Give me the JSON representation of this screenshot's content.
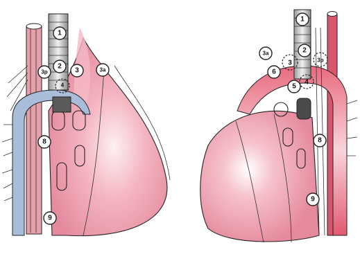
{
  "left_panel": {
    "stations": [
      {
        "id": "station-1",
        "label": "1"
      },
      {
        "id": "station-2",
        "label": "2"
      },
      {
        "id": "station-3p",
        "label": "3p"
      },
      {
        "id": "station-3",
        "label": "3"
      },
      {
        "id": "station-4",
        "label": "4"
      },
      {
        "id": "station-3a",
        "label": "3a"
      },
      {
        "id": "station-8",
        "label": "8"
      },
      {
        "id": "station-9",
        "label": "9"
      }
    ]
  },
  "right_panel": {
    "stations": [
      {
        "id": "station-1",
        "label": "1"
      },
      {
        "id": "station-3a",
        "label": "3a"
      },
      {
        "id": "station-2",
        "label": "2"
      },
      {
        "id": "station-3p",
        "label": "3p"
      },
      {
        "id": "station-3",
        "label": "3"
      },
      {
        "id": "station-6",
        "label": "6"
      },
      {
        "id": "station-5",
        "label": "5"
      },
      {
        "id": "station-4",
        "label": "4"
      },
      {
        "id": "station-8",
        "label": "8"
      },
      {
        "id": "station-9",
        "label": "9"
      }
    ]
  },
  "colors": {
    "lung_pink": "#f2a8b4",
    "lung_center": "#fbe6ea",
    "vessel_red": "#d9556a",
    "vein_blue": "#9fb4d6",
    "trachea_gray": "#c9c9c9",
    "outline": "#222222"
  }
}
